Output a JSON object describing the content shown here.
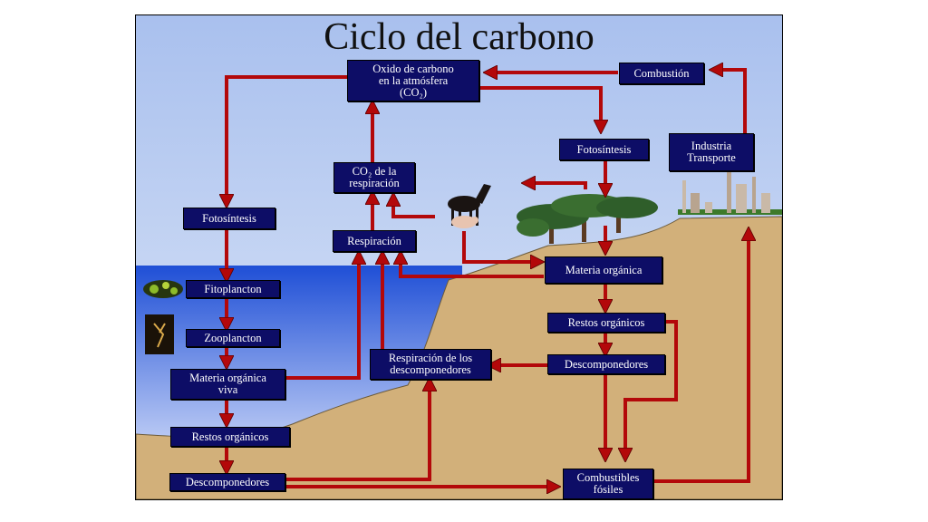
{
  "diagram": {
    "title": "Ciclo del carbono",
    "nodes": {
      "oxido": "Oxido de carbono\nen la atmósfera\n(CO₂)",
      "combustion": "Combustión",
      "industria": "Industria\nTransporte",
      "fotosintesis_right": "Fotosíntesis",
      "fotosintesis_left": "Fotosíntesis",
      "co2_respiracion": "CO₂ de la\nrespiración",
      "respiracion": "Respiración",
      "materia_organica": "Materia orgánica",
      "fitoplancton": "Fitoplancton",
      "zooplancton": "Zooplancton",
      "materia_organica_viva": "Materia orgánica\nviva",
      "respiracion_descomponedores": "Respiración de los\ndescomponedores",
      "restos_organicos_right": "Restos orgánicos",
      "descomponedores_right": "Descomponedores",
      "restos_organicos_left": "Restos orgánicos",
      "descomponedores_left": "Descomponedores",
      "combustibles_fosiles": "Combustibles\nfósiles"
    }
  },
  "colors": {
    "sky_top": "#a9c0ee",
    "sky_bottom": "#dfe8f8",
    "sea_top": "#1f4fd6",
    "sea_bottom": "#b8c8f4",
    "land": "#d2b07a",
    "box_fill": "#0d0d66",
    "arrow": "#b3080a"
  }
}
